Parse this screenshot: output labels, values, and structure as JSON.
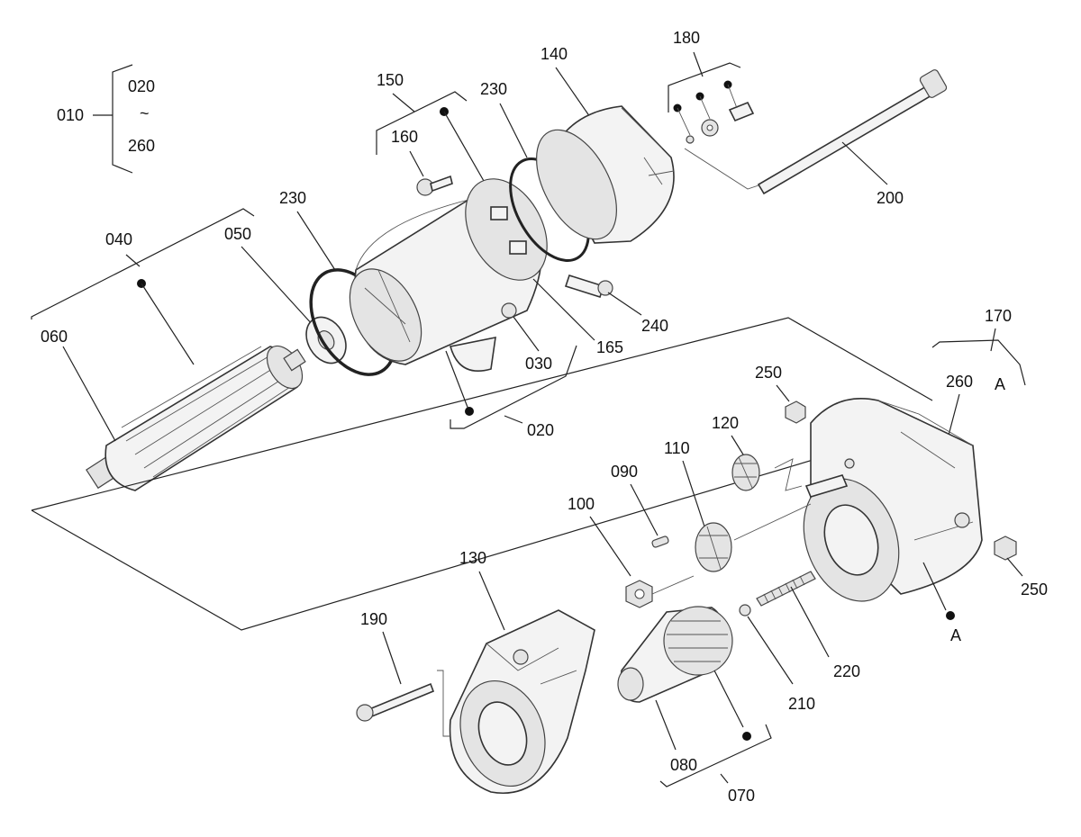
{
  "labels": {
    "l010": "010",
    "l020a": "020",
    "l260a": "260",
    "tilde": "~",
    "l150": "150",
    "l160": "160",
    "l230a": "230",
    "l140": "140",
    "l180": "180",
    "l200": "200",
    "l040": "040",
    "l050": "050",
    "l230b": "230",
    "l060": "060",
    "l240": "240",
    "l165": "165",
    "l030": "030",
    "l020b": "020",
    "l170": "170",
    "lA1": "A",
    "l260b": "260",
    "l250a": "250",
    "l120": "120",
    "l110": "110",
    "l090": "090",
    "l100": "100",
    "l130": "130",
    "l190": "190",
    "l250b": "250",
    "lA2": "A",
    "l220": "220",
    "l210": "210",
    "l080": "080",
    "l070": "070"
  }
}
